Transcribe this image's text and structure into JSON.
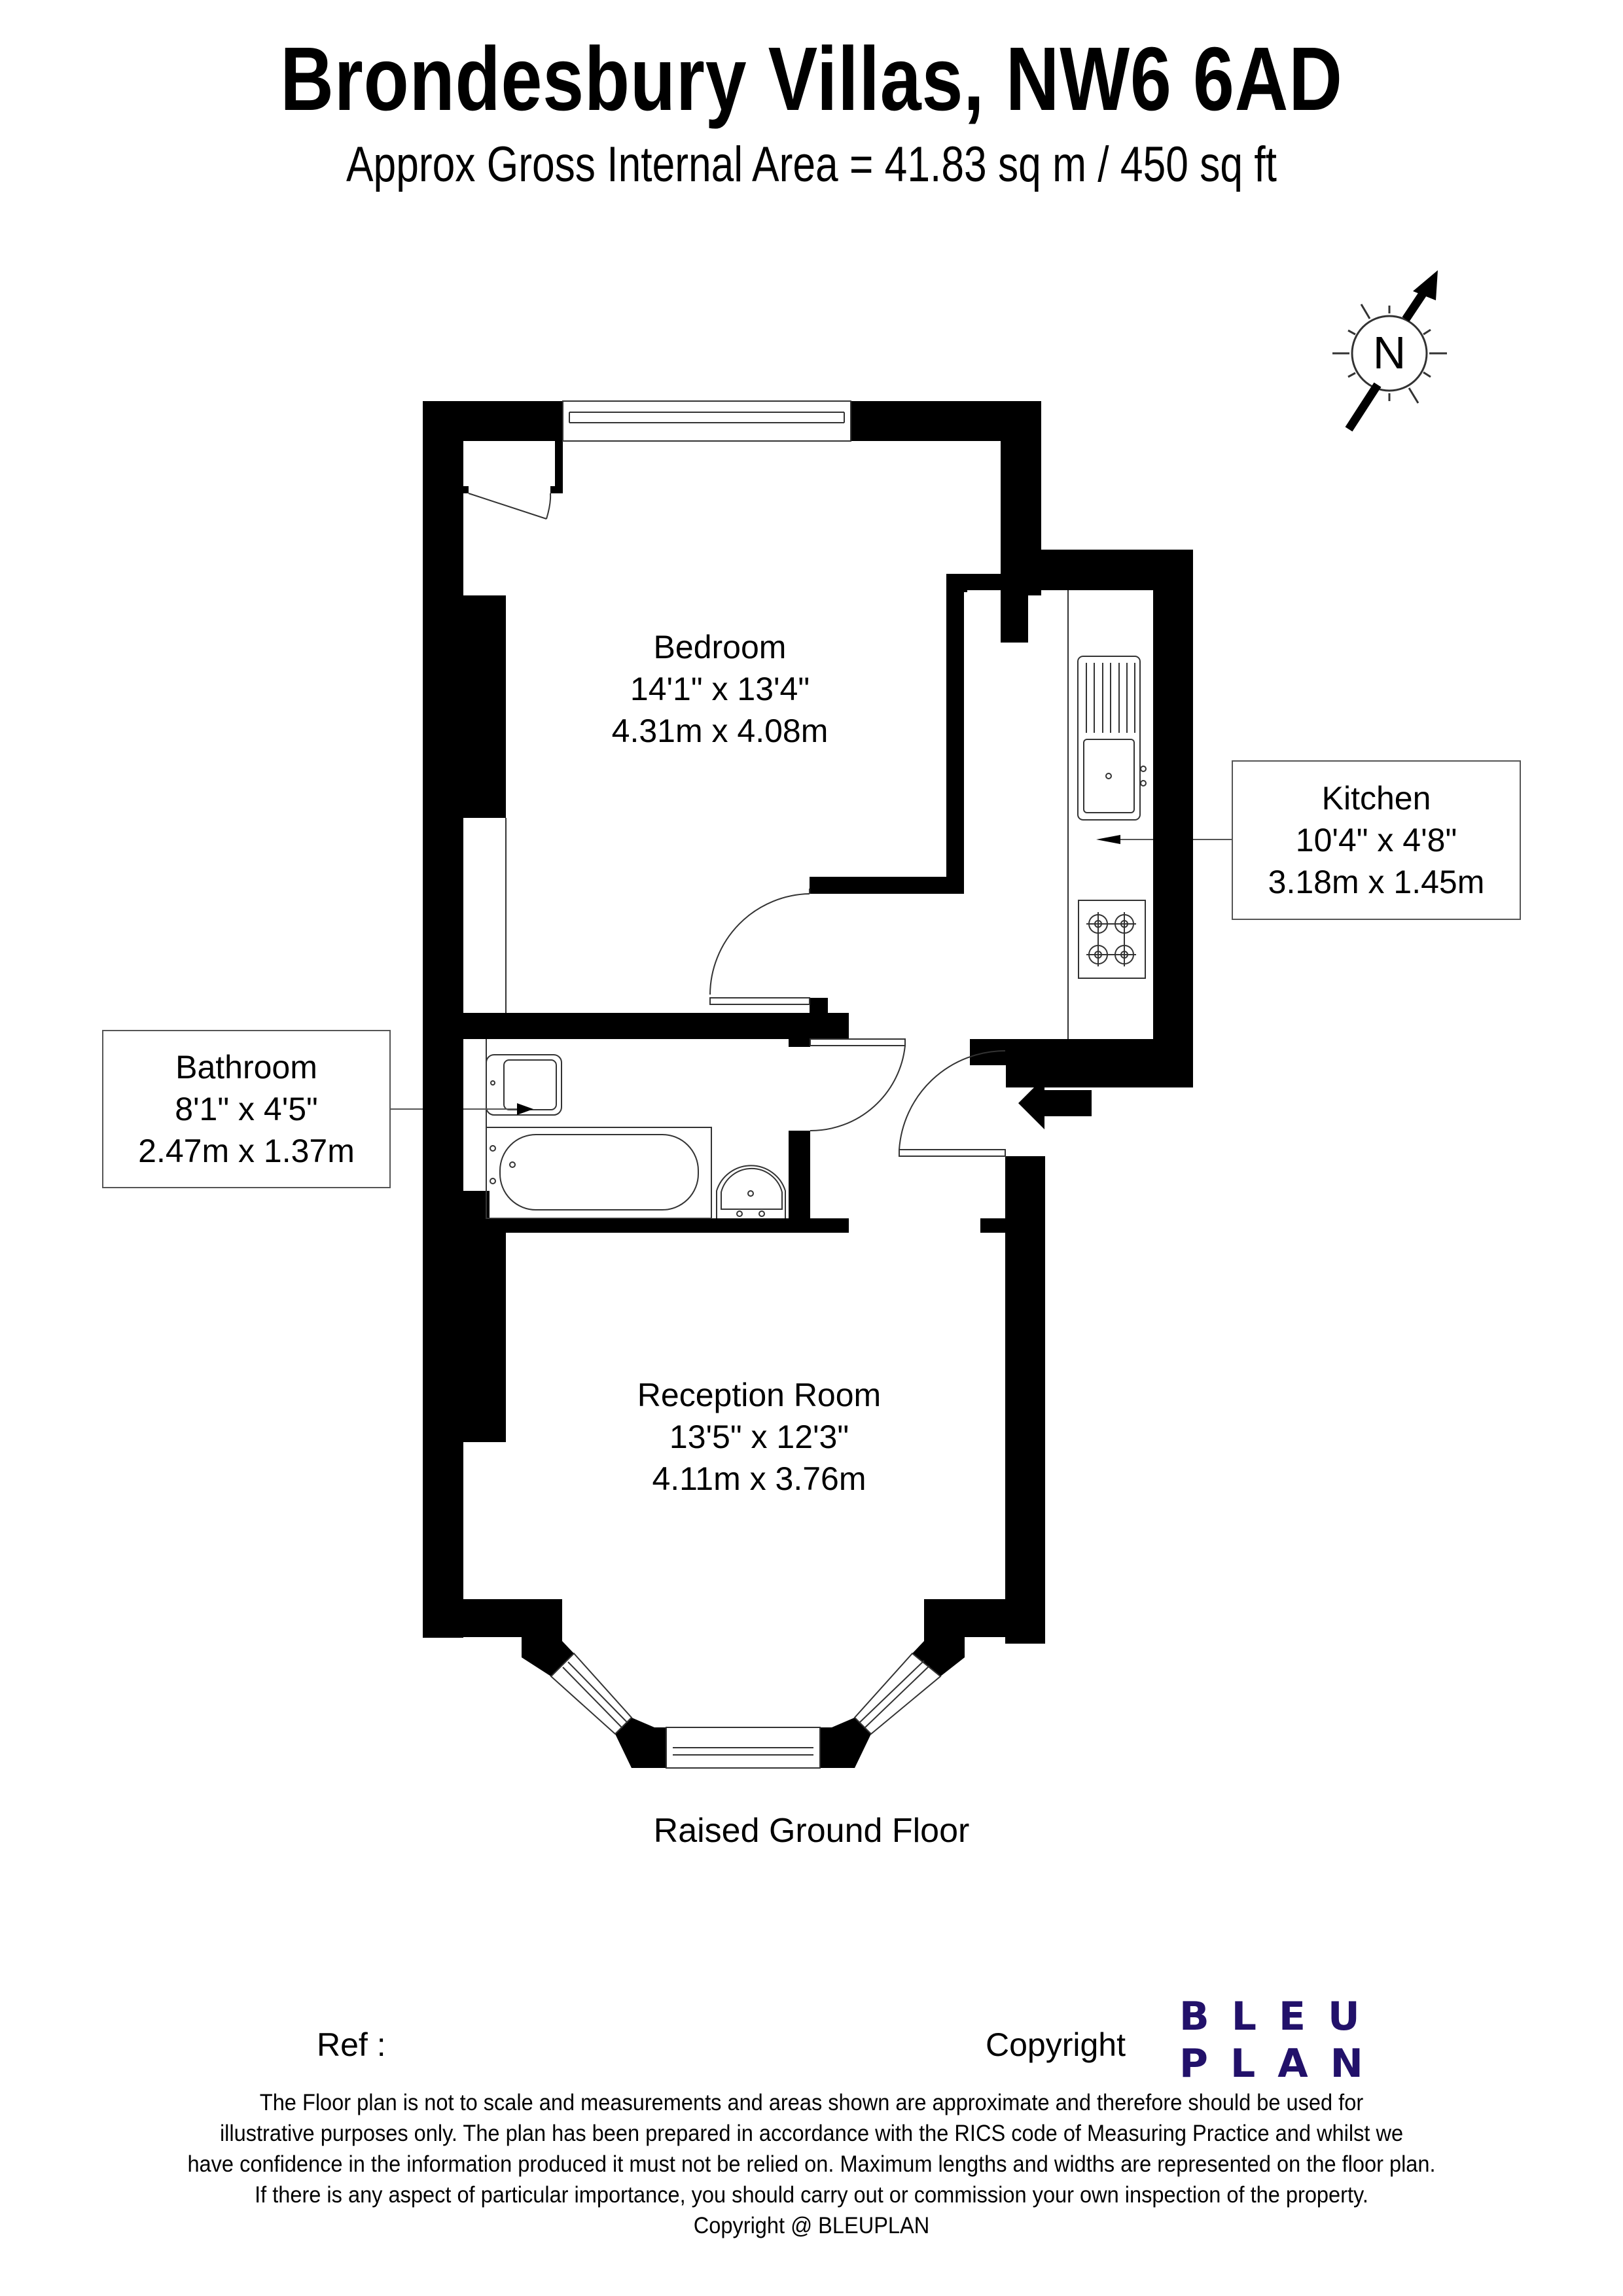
{
  "header": {
    "title": "Brondesbury Villas, NW6 6AD",
    "subtitle": "Approx Gross Internal Area = 41.83 sq m / 450 sq ft"
  },
  "compass": {
    "label": "N",
    "icon": "north-arrow-icon"
  },
  "rooms": [
    {
      "name": "Bedroom",
      "imperial": "14'1\" x 13'4\"",
      "metric": "4.31m x 4.08m"
    },
    {
      "name": "Kitchen",
      "imperial": "10'4\" x 4'8\"",
      "metric": "3.18m x 1.45m"
    },
    {
      "name": "Bathroom",
      "imperial": "8'1\" x 4'5\"",
      "metric": "2.47m x 1.37m"
    },
    {
      "name": "Reception Room",
      "imperial": "13'5\" x 12'3\"",
      "metric": "4.11m x 3.76m"
    }
  ],
  "floor_name": "Raised Ground Floor",
  "footer": {
    "ref_label": "Ref  :",
    "copyright_label": "Copyright",
    "logo_line1": "BLEU",
    "logo_line2": "PLAN",
    "logo_color": "#22116a",
    "disclaimer": [
      "The Floor plan is not to scale and measurements and areas shown are approximate and therefore should be used for",
      "illustrative purposes only. The plan has been prepared in accordance with the RICS code of Measuring Practice and whilst we",
      "have confidence in the information produced it must not be relied on. Maximum lengths and widths are represented on the floor plan.",
      "If there is any aspect of particular importance, you should carry out or commission your own inspection of the property."
    ],
    "copyright_line": "Copyright @ BLEUPLAN"
  },
  "colors": {
    "wall": "#000000",
    "line": "#333333",
    "background": "#ffffff"
  }
}
